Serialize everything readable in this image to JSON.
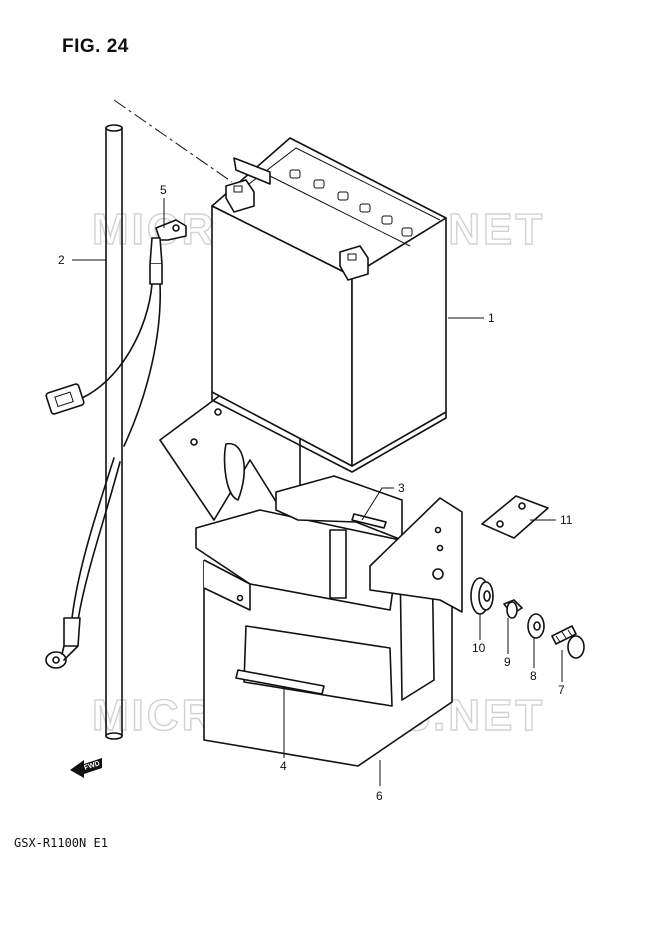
{
  "figure": {
    "title": "FIG. 24",
    "model": "GSX-R1100N E1"
  },
  "watermark": "MICROFICHES.NET",
  "fwd_label": "FWD",
  "callouts": [
    {
      "id": "1",
      "part": "battery"
    },
    {
      "id": "2",
      "part": "breather-hose"
    },
    {
      "id": "3",
      "part": "cushion"
    },
    {
      "id": "4",
      "part": "battery-cushion"
    },
    {
      "id": "5",
      "part": "battery-lead-wire"
    },
    {
      "id": "6",
      "part": "battery-holder"
    },
    {
      "id": "7",
      "part": "screw"
    },
    {
      "id": "8",
      "part": "washer"
    },
    {
      "id": "9",
      "part": "spacer"
    },
    {
      "id": "10",
      "part": "cushion-grommet"
    },
    {
      "id": "11",
      "part": "plate"
    }
  ]
}
